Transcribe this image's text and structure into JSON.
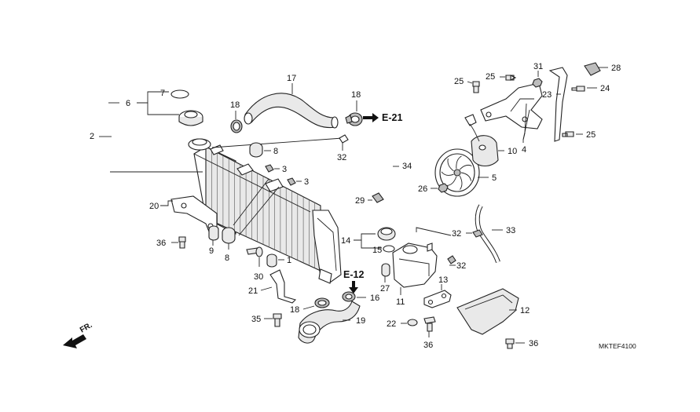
{
  "diagram": {
    "code": "MKTEF4100",
    "direction_label": "FR.",
    "references": {
      "e21": "E-21",
      "e12": "E-12"
    },
    "callouts": {
      "c2": "2",
      "c6": "6",
      "c7": "7",
      "c17": "17",
      "c18a": "18",
      "c18b": "18",
      "c18c": "18",
      "c8a": "8",
      "c8b": "8",
      "c3a": "3",
      "c3b": "3",
      "c32a": "32",
      "c32b": "32",
      "c32c": "32",
      "c34": "34",
      "c29": "29",
      "c20": "20",
      "c36a": "36",
      "c36b": "36",
      "c36c": "36",
      "c9": "9",
      "c1": "1",
      "c30": "30",
      "c21": "21",
      "c35": "35",
      "c19": "19",
      "c14": "14",
      "c15": "15",
      "c27": "27",
      "c11": "11",
      "c16": "16",
      "c13": "13",
      "c22": "22",
      "c12": "12",
      "c33": "33",
      "c26": "26",
      "c5": "5",
      "c10": "10",
      "c4": "4",
      "c25a": "25",
      "c25b": "25",
      "c25c": "25",
      "c31": "31",
      "c28": "28",
      "c23": "23",
      "c24": "24"
    }
  }
}
